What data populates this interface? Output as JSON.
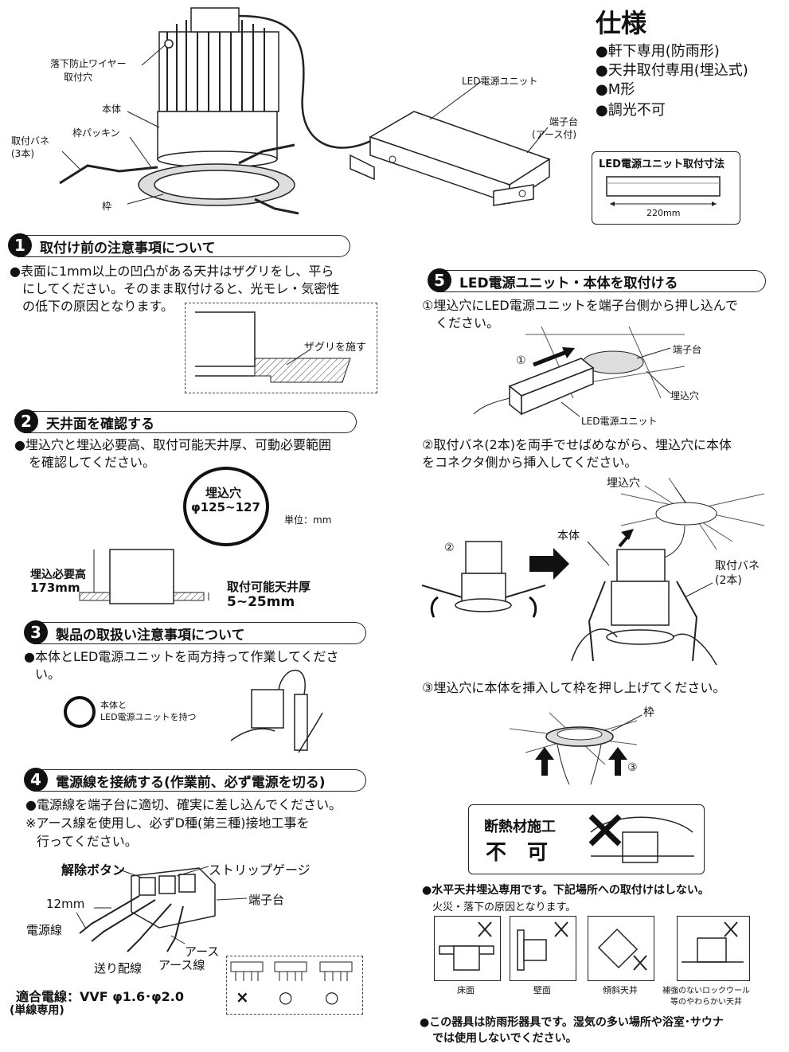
{
  "spec": {
    "title": "仕様",
    "items": [
      "●軒下専用(防雨形)",
      "●天井取付専用(埋込式)",
      "●M形",
      "●調光不可"
    ],
    "psu_box_title": "LED電源ユニット取付寸法",
    "psu_dim": "220mm"
  },
  "top_diagram": {
    "wire_hole": "落下防止ワイヤー",
    "wire_hole2": "取付穴",
    "body": "本体",
    "gasket": "枠パッキン",
    "spring": "取付バネ",
    "spring_count": "(3本)",
    "frame": "枠",
    "psu": "LED電源ユニット",
    "terminal": "端子台",
    "earth": "(アース付)"
  },
  "s1": {
    "num": "1",
    "title": "取付け前の注意事項について",
    "text": [
      "●表面に1mm以上の凹凸がある天井はザグリをし、平ら",
      "にしてください。そのまま取付けると、光モレ・気密性",
      "の低下の原因となります。"
    ],
    "zaguri": "ザグリを施す"
  },
  "s2": {
    "num": "2",
    "title": "天井面を確認する",
    "text": [
      "●埋込穴と埋込必要高、取付可能天井厚、可動必要範囲",
      "を確認してください。"
    ],
    "hole_label": "埋込穴",
    "hole_dim": "φ125~127",
    "unit": "単位：mm",
    "height_label": "埋込必要高",
    "height_val": "173mm",
    "thick_label": "取付可能天井厚",
    "thick_val": "5~25mm"
  },
  "s3": {
    "num": "3",
    "title": "製品の取扱い注意事項について",
    "text": [
      "●本体とLED電源ユニットを両方持って作業してくださ",
      "い。"
    ],
    "hold1": "本体と",
    "hold2": "LED電源ユニットを持つ"
  },
  "s4": {
    "num": "4",
    "title": "電源線を接続する(作業前、必ず電源を切る)",
    "text1": "●電源線を端子台に適切、確実に差し込んでください。",
    "text2": "※アース線を使用し、必ずD種(第三種)接地工事を",
    "text3": "行ってください。",
    "release": "解除ボタン",
    "strip": "ストリップゲージ",
    "terminal": "端子台",
    "mm12": "12mm",
    "power_line": "電源線",
    "earth": "アース",
    "send": "送り配線",
    "earth_line": "アース線",
    "wire_spec": "適合電線：VVF φ1.6･φ2.0",
    "single": "(単線専用)",
    "marks": [
      "×",
      "○",
      "○"
    ]
  },
  "s5": {
    "num": "5",
    "title": "LED電源ユニット・本体を取付ける",
    "step1": [
      "①埋込穴にLED電源ユニットを端子台側から押し込んで",
      "ください。"
    ],
    "circle1": "①",
    "terminal": "端子台",
    "hole": "埋込穴",
    "psu": "LED電源ユニット",
    "step2": [
      "②取付バネ(2本)を両手でせばめながら、埋込穴に本体",
      "をコネクタ側から挿入してください。"
    ],
    "circle2": "②",
    "hole2": "埋込穴",
    "body": "本体",
    "spring": "取付バネ",
    "spring_count": "(2本)",
    "step3": "③埋込穴に本体を挿入して枠を押し上げてください。",
    "frame": "枠",
    "circle3": "③"
  },
  "warn": {
    "insul1": "断熱材施工",
    "insul2": "不　可",
    "horiz": "●水平天井埋込専用です。下記場所への取付けはしない。",
    "cause": "火災・落下の原因となります。",
    "places": [
      "床面",
      "壁面",
      "傾斜天井",
      "補強のないロックウール",
      "等のやわらかい天井"
    ],
    "rain1": "●この器具は防雨形器具です。湿気の多い場所や浴室･サウナ",
    "rain2": "では使用しないでください。"
  }
}
